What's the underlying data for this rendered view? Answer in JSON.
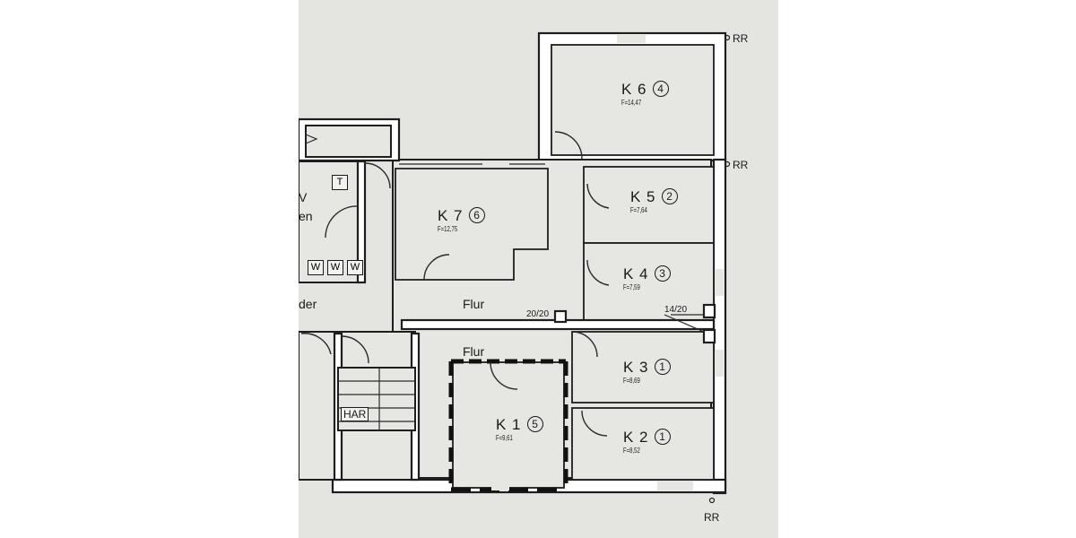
{
  "rooms": [
    {
      "id": "k6",
      "name": "K 6",
      "num": "4",
      "area": "F=14,47"
    },
    {
      "id": "k5",
      "name": "K 5",
      "num": "2",
      "area": "F=7,64"
    },
    {
      "id": "k7",
      "name": "K 7",
      "num": "6",
      "area": "F=12,75"
    },
    {
      "id": "k4",
      "name": "K 4",
      "num": "3",
      "area": "F=7,59"
    },
    {
      "id": "k3",
      "name": "K 3",
      "num": "1",
      "area": "F=8,69"
    },
    {
      "id": "k1",
      "name": "K 1",
      "num": "5",
      "area": "F=9,61"
    },
    {
      "id": "k2",
      "name": "K 2",
      "num": "1",
      "area": "F=8,52"
    }
  ],
  "labels": {
    "flur_upper": "Flur",
    "flur_lower": "Flur",
    "har": "HAR",
    "dim_left": "20/20",
    "dim_right": "14/20",
    "rr": "RR",
    "partial_der": "der",
    "partial_en": "en",
    "partial_v": "V",
    "t_box": "T",
    "w_box": "W"
  }
}
